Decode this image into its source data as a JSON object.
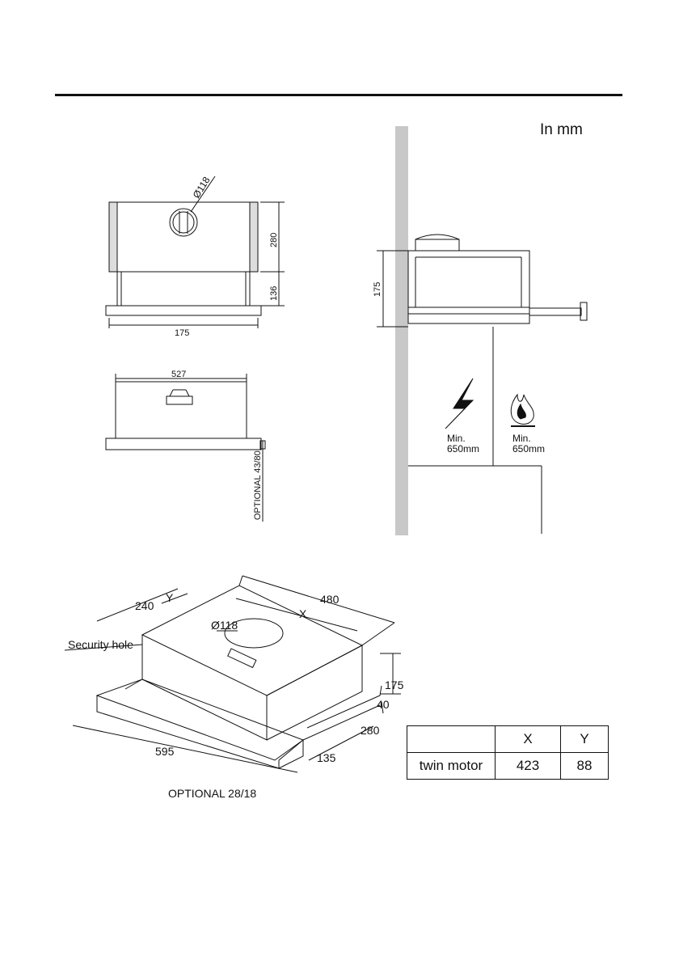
{
  "units_label": "In mm",
  "front_view": {
    "duct_diameter": "Ø118",
    "height_body": "280",
    "height_lower": "136",
    "width": "175"
  },
  "side_view": {
    "depth": "527",
    "optional": "OPTIONAL 43/80"
  },
  "install_view": {
    "height": "175",
    "electric_warning": {
      "label_line1": "Min.",
      "label_line2": "650mm"
    },
    "gas_warning": {
      "label_line1": "Min.",
      "label_line2": "650mm"
    }
  },
  "iso_view": {
    "dim_480": "480",
    "dim_x": "X",
    "dim_240": "240",
    "dim_y": "Y",
    "duct": "Ø118",
    "security_hole": "Security hole",
    "dim_175": "175",
    "dim_40": "40",
    "dim_280": "280",
    "dim_135": "135",
    "dim_595": "595",
    "optional": "OPTIONAL  28/18"
  },
  "spec_table": {
    "headers": [
      "",
      "X",
      "Y"
    ],
    "rows": [
      {
        "model": "twin motor",
        "x": "423",
        "y": "88"
      }
    ]
  },
  "colors": {
    "wall": "#c8c8c8",
    "line": "#111111"
  }
}
